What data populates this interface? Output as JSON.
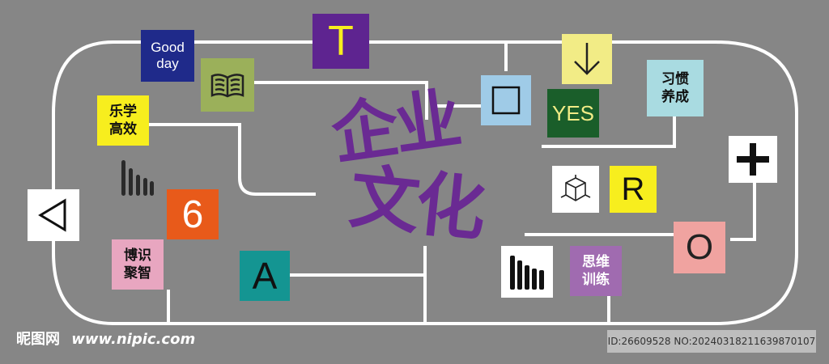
{
  "colors": {
    "background": "#868686",
    "navy": "#1f2a8a",
    "purple": "#5e2490",
    "olive": "#9bb05a",
    "yellow": "#f7ee1e",
    "lightblue": "#9fcbe7",
    "darkgreen": "#1a5e2a",
    "pale_yellow": "#f2ec86",
    "aqua": "#a9dbe1",
    "orange": "#e85a1a",
    "pink": "#e8a6c0",
    "teal": "#149592",
    "mauve": "#a06bb0",
    "salmon": "#f0a3a0",
    "title_purple": "#6a2a93"
  },
  "tiles": {
    "good_day": "Good\nday",
    "letter_t": "T",
    "book_icon": "book-icon",
    "square_icon": "square-outline-icon",
    "arrow_down_icon": "arrow-down-icon",
    "yes": "YES",
    "habit": "习惯\n养成",
    "fun_learning": "乐学\n高效",
    "bar_chart_icon_small": "bar-chart-icon",
    "plus_icon": "plus-icon",
    "triangle_icon": "triangle-left-icon",
    "number_six": "6",
    "cube_icon": "cube-icon",
    "letter_r": "R",
    "letter_o": "O",
    "wisdom": "博识\n聚智",
    "letter_a": "A",
    "bar_chart_icon_large": "bar-chart-icon",
    "thinking": "思维\n训练"
  },
  "title": {
    "line1": "企业",
    "line2": "文化"
  },
  "footer": {
    "site_name": "昵图网",
    "site_url": "www.nipic.com",
    "image_id": "ID:26609528 NO:20240318211639870107"
  }
}
